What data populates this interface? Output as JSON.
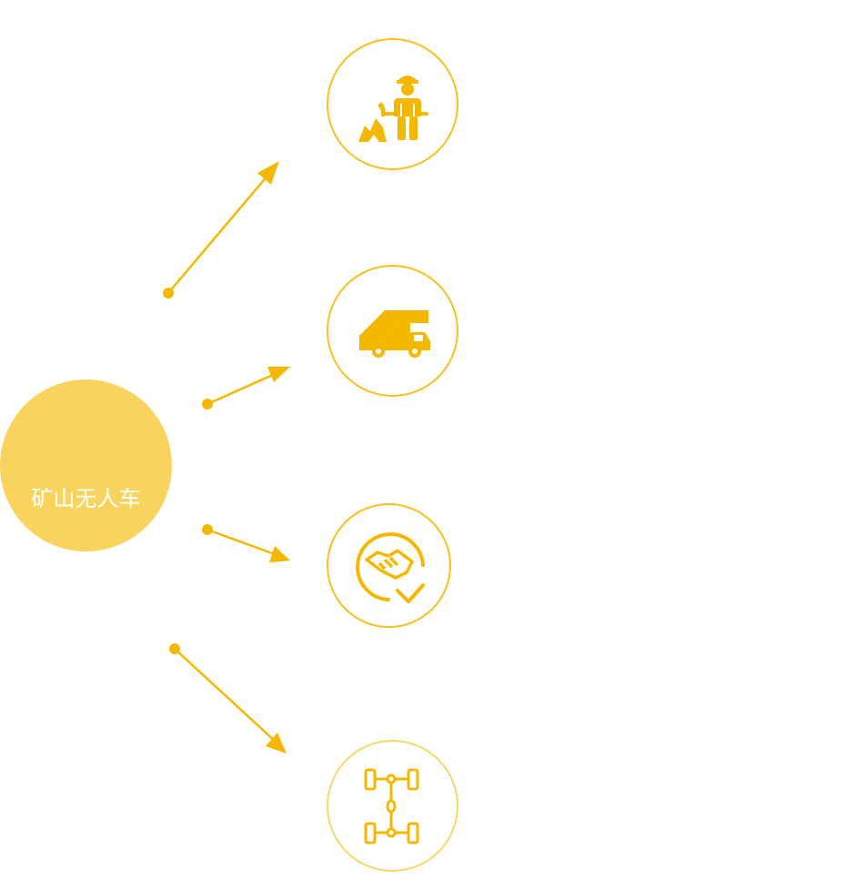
{
  "hub": {
    "label": "矿山无人车",
    "icon": "unmanned-mining-vehicle-icon"
  },
  "nodes": [
    {
      "id": "miner",
      "icon": "miner-with-pickaxe-icon"
    },
    {
      "id": "airport-stair-truck",
      "icon": "stair-truck-icon"
    },
    {
      "id": "cooperation",
      "icon": "handshake-check-icon"
    },
    {
      "id": "chassis",
      "icon": "vehicle-chassis-icon"
    }
  ],
  "colors": {
    "accent": "#f5b800",
    "hub_fill": "#f8d35e",
    "hub_icon": "#333333",
    "hub_text": "#ffffff",
    "node_ring": "#f5c020",
    "node_ring_light": "#f7d66a"
  }
}
